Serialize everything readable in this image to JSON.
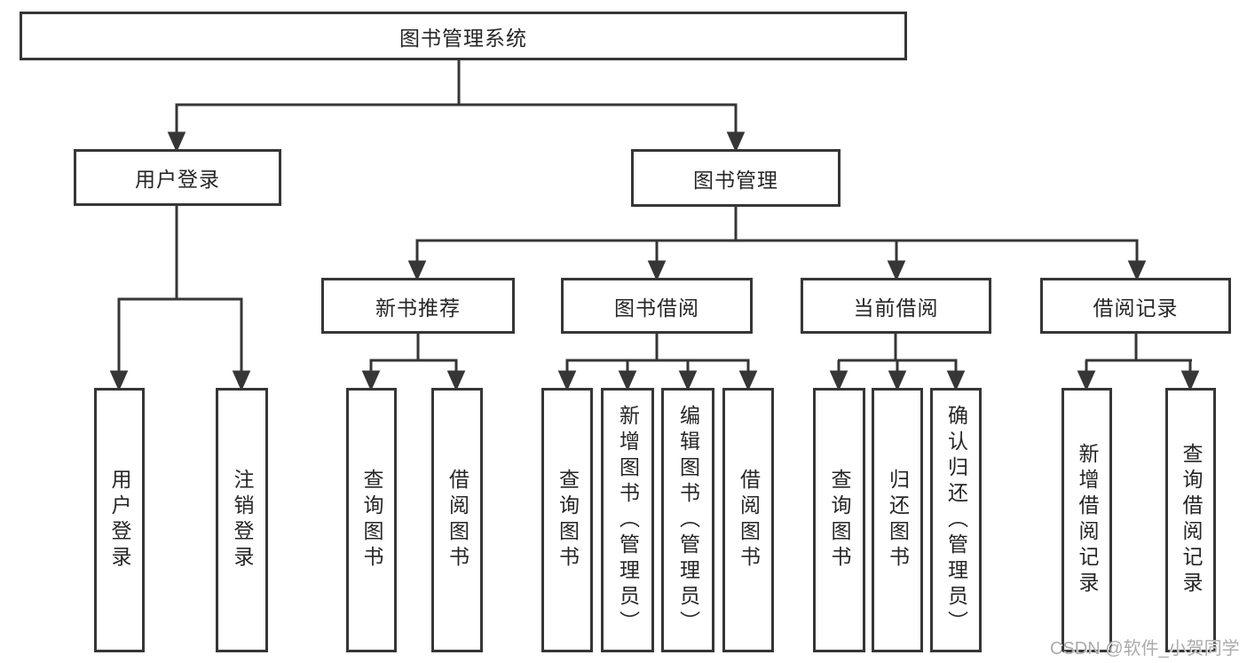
{
  "tree": {
    "label": "图书管理系统",
    "children": [
      {
        "label": "用户登录",
        "children": [
          {
            "label": "用户登录"
          },
          {
            "label": "注销登录"
          }
        ]
      },
      {
        "label": "图书管理",
        "children": [
          {
            "label": "新书推荐",
            "children": [
              {
                "label": "查询图书"
              },
              {
                "label": "借阅图书"
              }
            ]
          },
          {
            "label": "图书借阅",
            "children": [
              {
                "label": "查询图书"
              },
              {
                "label": "新增图书（管理员）"
              },
              {
                "label": "编辑图书（管理员）"
              },
              {
                "label": "借阅图书"
              }
            ]
          },
          {
            "label": "当前借阅",
            "children": [
              {
                "label": "查询图书"
              },
              {
                "label": "归还图书"
              },
              {
                "label": "确认归还（管理员）"
              }
            ]
          },
          {
            "label": "借阅记录",
            "children": [
              {
                "label": "新增借阅记录"
              },
              {
                "label": "查询借阅记录"
              }
            ]
          }
        ]
      }
    ]
  },
  "colors": {
    "line": "#363636",
    "text": "#262626",
    "watermark": "#ababab"
  },
  "watermark": "CSDN @软件_小贺同学"
}
